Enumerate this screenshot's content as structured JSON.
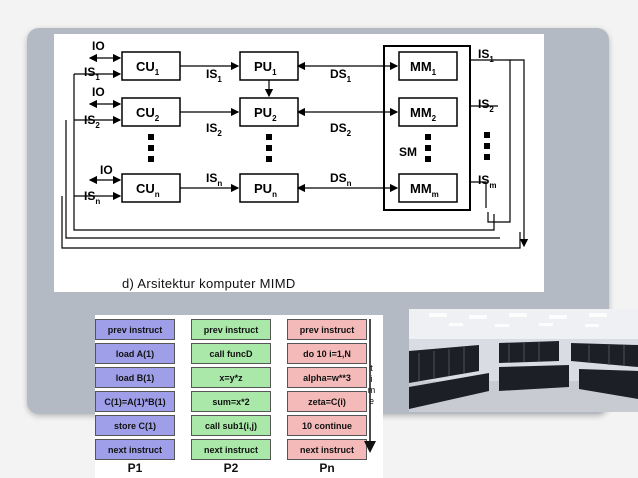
{
  "diagram": {
    "caption": "d) Arsitektur komputer MIMD",
    "cu_labels": [
      "CU",
      "CU",
      "CU"
    ],
    "cu_subs": [
      "1",
      "2",
      "n"
    ],
    "pu_labels": [
      "PU",
      "PU",
      "PU"
    ],
    "pu_subs": [
      "1",
      "2",
      "n"
    ],
    "mm_labels": [
      "MM",
      "MM",
      "MM"
    ],
    "mm_subs": [
      "1",
      "2",
      "m"
    ],
    "io_label": "IO",
    "is_label": "IS",
    "ds_label": "DS",
    "sm_label": "SM",
    "is_subs_left": [
      "1",
      "2",
      "n"
    ],
    "is_subs_mid": [
      "1",
      "2",
      "n"
    ],
    "ds_subs": [
      "1",
      "2",
      "n"
    ],
    "is_subs_right": [
      "1",
      "2",
      "m"
    ]
  },
  "instruction_table": {
    "columns": [
      {
        "label": "P1",
        "cells": [
          "prev instruct",
          "load A(1)",
          "load B(1)",
          "C(1)=A(1)*B(1)",
          "store C(1)",
          "next instruct"
        ]
      },
      {
        "label": "P2",
        "cells": [
          "prev instruct",
          "call funcD",
          "x=y*z",
          "sum=x*2",
          "call sub1(i,j)",
          "next instruct"
        ]
      },
      {
        "label": "Pn",
        "cells": [
          "prev instruct",
          "do 10 i=1,N",
          "alpha=w**3",
          "zeta=C(i)",
          "10 continue",
          "next instruct"
        ]
      }
    ],
    "time_label": "time"
  },
  "colors": {
    "p1_fill": "#9f9fe9",
    "p2_fill": "#a9e8a9",
    "pn_fill": "#f4b9b9",
    "panel": "#b4bac4"
  },
  "photo": {
    "subject": "server-room-photo"
  }
}
